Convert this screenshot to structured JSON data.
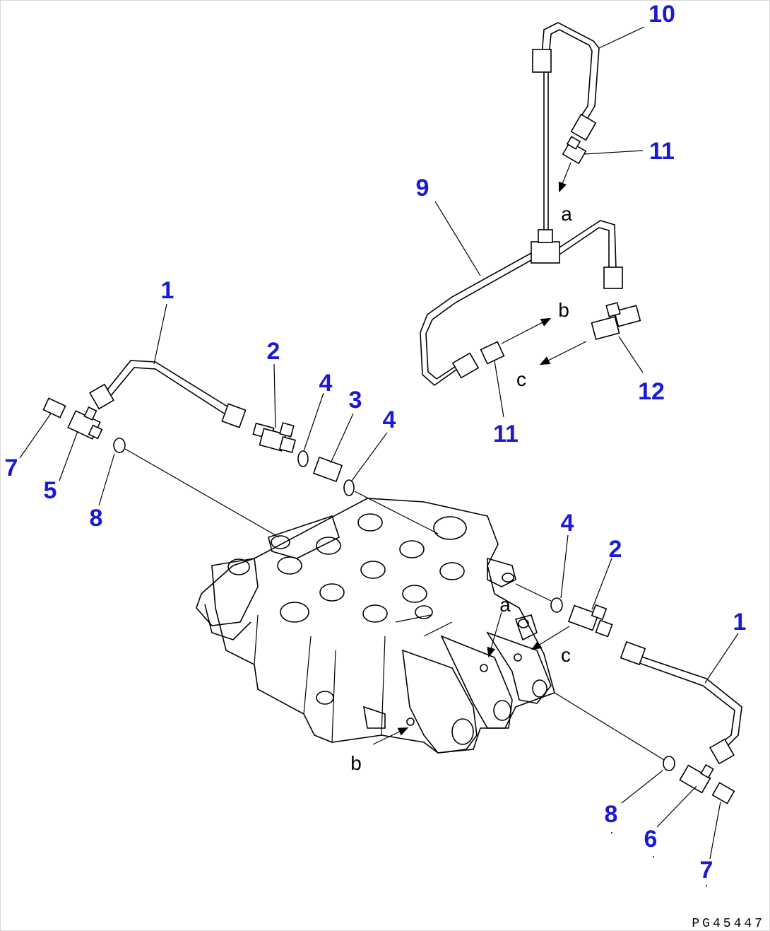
{
  "diagram": {
    "drawing_code": "PG45447",
    "callouts": {
      "c1_left": "1",
      "c1_right": "1",
      "c2_left": "2",
      "c2_right": "2",
      "c3": "3",
      "c4_a": "4",
      "c4_b": "4",
      "c4_right": "4",
      "c5": "5",
      "c6": "6",
      "c7_left": "7",
      "c7_right": "7",
      "c8_left": "8",
      "c8_right": "8",
      "c9": "9",
      "c10": "10",
      "c11_top": "11",
      "c11_bottom": "11",
      "c12": "12"
    },
    "ports": {
      "a_top": "a",
      "b_top": "b",
      "c_top": "c",
      "a_valve": "a",
      "b_valve": "b",
      "c_valve": "c"
    },
    "colors": {
      "callout": "#1a1ad6",
      "lines": "#000000",
      "background": "#ffffff"
    }
  }
}
